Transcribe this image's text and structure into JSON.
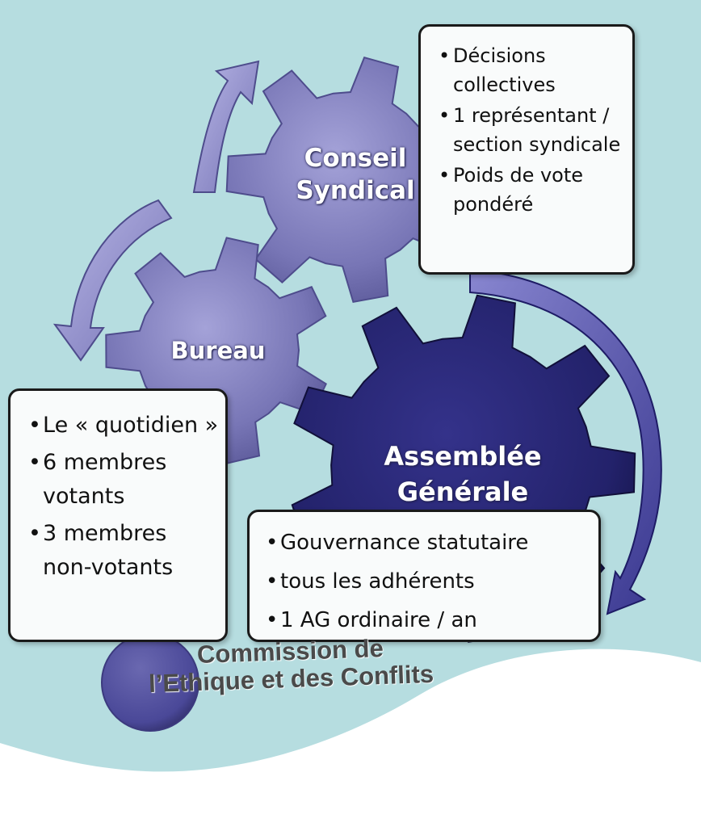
{
  "gears": {
    "conseil": {
      "line1": "Conseil",
      "line2": "Syndical"
    },
    "bureau": {
      "line1": "Bureau"
    },
    "ag": {
      "line1": "Assemblée",
      "line2": "Générale"
    }
  },
  "notes": {
    "conseil": [
      "Décisions collectives",
      "1 représentant / section syndicale",
      "Poids de vote pondéré"
    ],
    "bureau": [
      "Le « quotidien »",
      "6 membres votants",
      "3 membres non-votants"
    ],
    "ag": [
      "Gouvernance statutaire",
      "tous les adhérents",
      "1 AG ordinaire / an"
    ]
  },
  "commission": {
    "line1": "Commission de",
    "line2": "l’Ethique et des Conflits"
  },
  "colors": {
    "background_teal": "#b6dde0",
    "gear_light": "#7c7ab8",
    "gear_dark": "#23226b",
    "arrow": "#8a88c6",
    "arrow_dark": "#3a3890"
  }
}
